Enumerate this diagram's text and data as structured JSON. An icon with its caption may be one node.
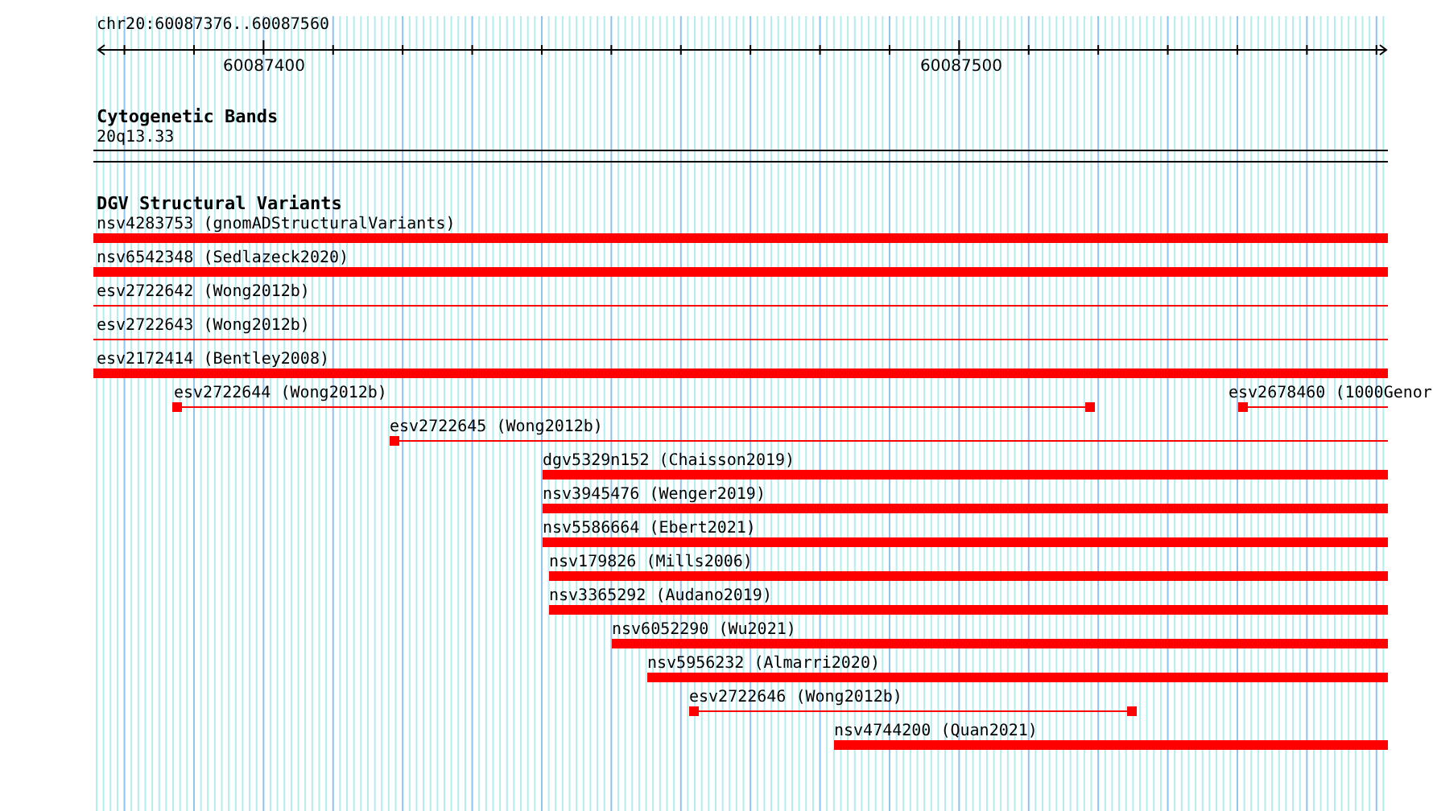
{
  "diagram": {
    "nodes": [
      {
        "text": [
          "nsv4283753 (gnomADStructuralVariants)"
        ]
      },
      {
        "text": [
          "nsv6542348 (Sedlazeck2020)"
        ]
      },
      {
        "text": [
          "esv2722642 (Wong2012b)"
        ]
      },
      {
        "text": [
          "esv2722643 (Wong2012b)"
        ]
      },
      {
        "text": [
          "esv2172414 (Bentley2008)"
        ]
      },
      {
        "text": [
          "esv2722644 (Wong2012b)"
        ]
      },
      {
        "text": [
          "esv2678460 (1000Genor"
        ]
      },
      {
        "text": [
          "esv2722645 (Wong2012b)"
        ]
      },
      {
        "text": [
          "dgv5329n152 (Chaisson2019)"
        ]
      },
      {
        "text": [
          "nsv3945476 (Wenger2019)"
        ]
      },
      {
        "text": [
          "nsv5586664 (Ebert2021)"
        ]
      },
      {
        "text": [
          "nsv179826 (Mills2006)"
        ]
      },
      {
        "text": [
          "nsv3365292 (Audano2019)"
        ]
      },
      {
        "text": [
          "nsv6052290 (Wu2021)"
        ]
      },
      {
        "text": [
          "nsv5956232 (Almarri2020)"
        ]
      },
      {
        "text": [
          "esv2722646 (Wong2012b)"
        ]
      },
      {
        "text": [
          "nsv4744200 (Quan2021)"
        ]
      }
    ],
    "labels": [
      "chr20:60087376..60087560",
      "60087400",
      "60087500",
      "Cytogenetic Bands",
      "20q13.33",
      "DGV Structural Variants"
    ]
  }
}
